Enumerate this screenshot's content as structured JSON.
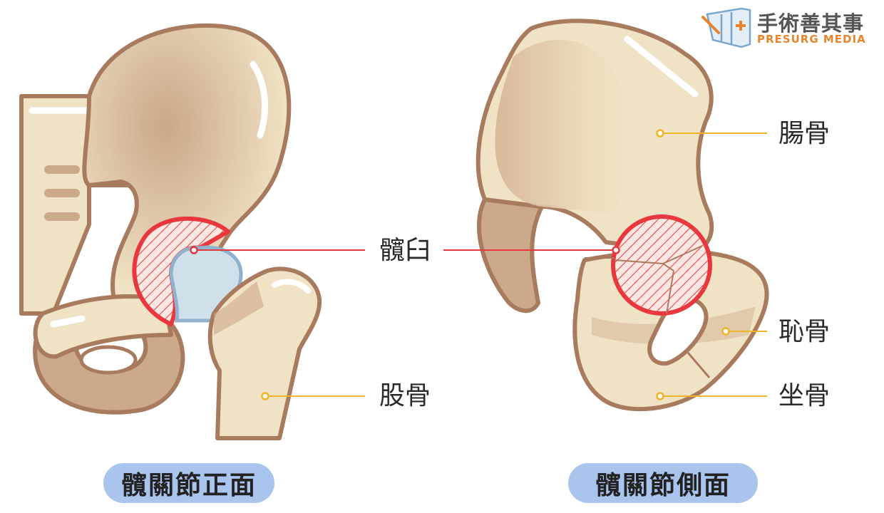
{
  "logo": {
    "name_cn": "手術善其事",
    "name_en": "PRESURG MEDIA"
  },
  "labels": {
    "acetabulum": "髖臼",
    "femur": "股骨",
    "ilium": "腸骨",
    "pubis": "恥骨",
    "ischium": "坐骨"
  },
  "captions": {
    "front": "髖關節正面",
    "side": "髖關節側面"
  },
  "colors": {
    "bone": "#f0e2c4",
    "bone_shadow": "#cba98a",
    "outline": "#a87a5e",
    "highlight_red": "#e8383d",
    "cartilage_blue": "#cfe0ea",
    "leader_yellow": "#f0b429",
    "pill_blue": "#a9c5ee"
  }
}
